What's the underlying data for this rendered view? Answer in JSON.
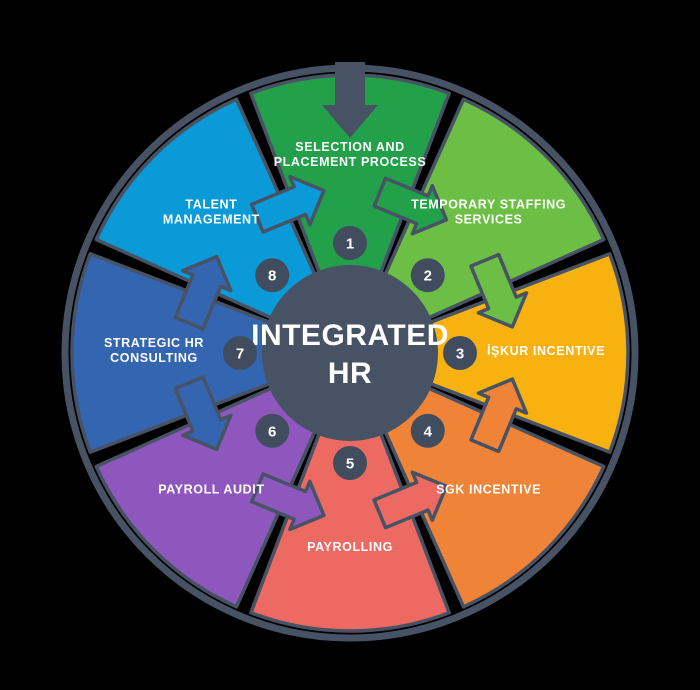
{
  "diagram": {
    "title": "Integrated HR Services Wheel",
    "hub": {
      "line1": "INTEGRATED",
      "line2": "HR"
    },
    "colors": {
      "background": "#000000",
      "outer_ring": "#475264",
      "stroke": "#475264",
      "hub_fill": "#475264",
      "badge_fill": "#414d5e",
      "label_text": "#ffffff"
    },
    "entry_arrow": {
      "name": "top-inflow-arrow",
      "color": "#475264",
      "direction": "down"
    },
    "segments": [
      {
        "number": "1",
        "label_line1": "SELECTION AND",
        "label_line2": "PLACEMENT PROCESS",
        "color": "#22a04a"
      },
      {
        "number": "2",
        "label_line1": "TEMPORARY STAFFING",
        "label_line2": "SERVICES",
        "color": "#6cbe45"
      },
      {
        "number": "3",
        "label_line1": "İŞKUR INCENTIVE",
        "label_line2": "",
        "color": "#f7b110"
      },
      {
        "number": "4",
        "label_line1": "SGK INCENTIVE",
        "label_line2": "",
        "color": "#ef8338"
      },
      {
        "number": "5",
        "label_line1": "PAYROLLING",
        "label_line2": "",
        "color": "#ec6a61"
      },
      {
        "number": "6",
        "label_line1": "PAYROLL AUDIT",
        "label_line2": "",
        "color": "#8e57bd"
      },
      {
        "number": "7",
        "label_line1": "STRATEGIC HR",
        "label_line2": "CONSULTING",
        "color": "#3465b0"
      },
      {
        "number": "8",
        "label_line1": "TALENT",
        "label_line2": "MANAGEMENT",
        "color": "#0a9ad8"
      }
    ]
  }
}
